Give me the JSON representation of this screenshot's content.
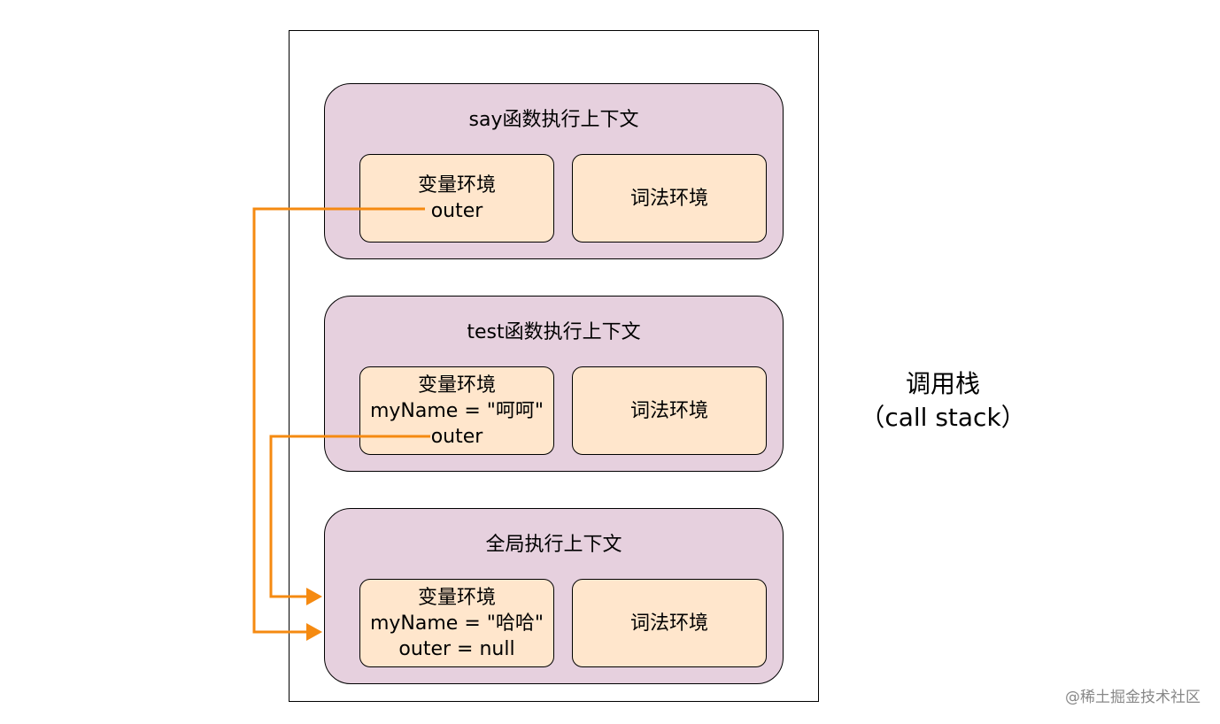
{
  "stack_label": {
    "line1": "调用栈",
    "line2": "（call stack）"
  },
  "contexts": [
    {
      "title": "say函数执行上下文",
      "variable_env": [
        "变量环境",
        "outer"
      ],
      "lexical_env": "词法环境"
    },
    {
      "title": "test函数执行上下文",
      "variable_env": [
        "变量环境",
        "myName = \"呵呵\"",
        "outer"
      ],
      "lexical_env": "词法环境"
    },
    {
      "title": "全局执行上下文",
      "variable_env": [
        "变量环境",
        "myName = \"哈哈\"",
        "outer = null"
      ],
      "lexical_env": "词法环境"
    }
  ],
  "colors": {
    "context_fill": "#e6d0de",
    "env_fill": "#ffe6cc",
    "arrow": "#f58a11"
  },
  "watermark": "@稀土掘金技术社区"
}
